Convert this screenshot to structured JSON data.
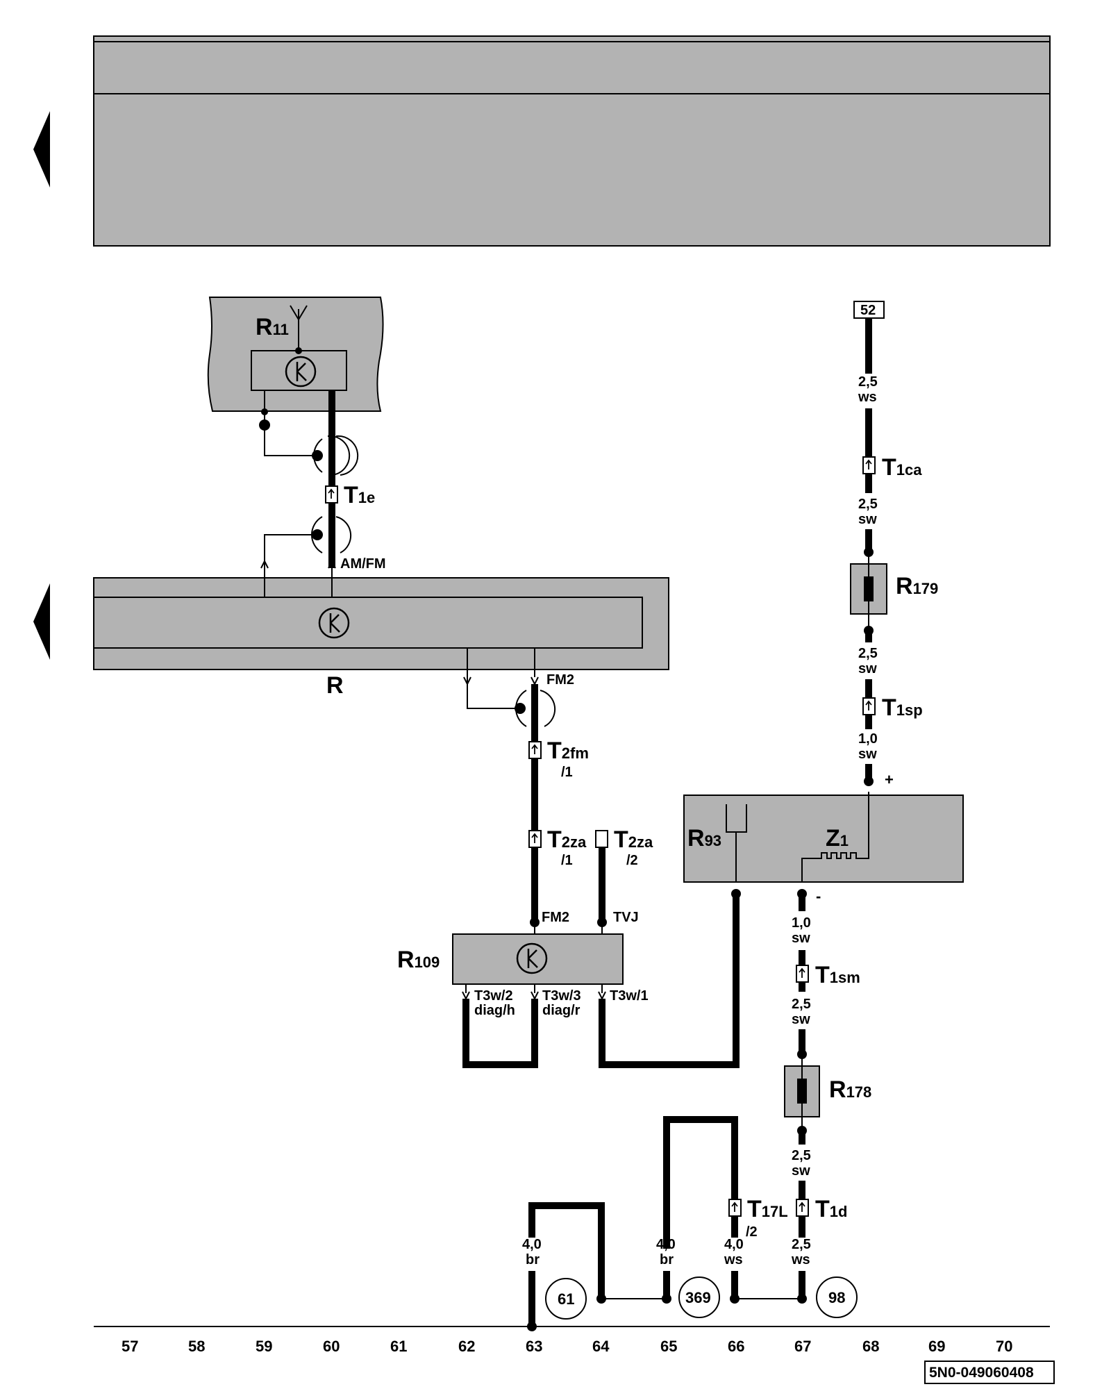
{
  "components": {
    "r11": {
      "letter": "R",
      "sub": "11"
    },
    "r": {
      "letter": "R"
    },
    "r93": {
      "letter": "R",
      "sub": "93"
    },
    "r109": {
      "letter": "R",
      "sub": "109"
    },
    "r178": {
      "letter": "R",
      "sub": "178"
    },
    "r179": {
      "letter": "R",
      "sub": "179"
    },
    "z1": {
      "letter": "Z",
      "sub": "1"
    }
  },
  "connectors": {
    "t1e": {
      "letter": "T",
      "sub": "1e"
    },
    "t1ca": {
      "letter": "T",
      "sub": "1ca"
    },
    "t1sp": {
      "letter": "T",
      "sub": "1sp"
    },
    "t2fm": {
      "letter": "T",
      "sub": "2fm",
      "pin": "/1"
    },
    "t2za1": {
      "letter": "T",
      "sub": "2za",
      "pin": "/1"
    },
    "t2za2": {
      "letter": "T",
      "sub": "2za",
      "pin": "/2"
    },
    "t1sm": {
      "letter": "T",
      "sub": "1sm"
    },
    "t17l": {
      "letter": "T",
      "sub": "17L",
      "pin": "/2"
    },
    "t1d": {
      "letter": "T",
      "sub": "1d"
    }
  },
  "pin_labels": {
    "amfm": "AM/FM",
    "fm2_top": "FM2",
    "fm2_bottom": "FM2",
    "tvj": "TVJ",
    "t3w2": "T3w/2",
    "diag_h": "diag/h",
    "t3w3": "T3w/3",
    "diag_r": "diag/r",
    "t3w1": "T3w/1",
    "plus": "+",
    "minus": "-"
  },
  "wires": {
    "w1_size": "2,5",
    "w1_color": "ws",
    "w2_size": "2,5",
    "w2_color": "sw",
    "w3_size": "2,5",
    "w3_color": "sw",
    "w4_size": "1,0",
    "w4_color": "sw",
    "w5_size": "1,0",
    "w5_color": "sw",
    "w6_size": "2,5",
    "w6_color": "sw",
    "w7_size": "2,5",
    "w7_color": "sw",
    "w8_size": "2,5",
    "w8_color": "ws",
    "w9_size": "4,0",
    "w9_color": "br",
    "w10_size": "4,0",
    "w10_color": "br",
    "w11_size": "4,0",
    "w11_color": "ws"
  },
  "references": {
    "top_ref": "52",
    "ground_61": "61",
    "ground_369": "369",
    "ground_98": "98"
  },
  "track_numbers": [
    "57",
    "58",
    "59",
    "60",
    "61",
    "62",
    "63",
    "64",
    "65",
    "66",
    "67",
    "68",
    "69",
    "70"
  ],
  "doc_id": "5N0-049060408",
  "colors": {
    "panel_gray": "#b3b3b3",
    "ink": "#000000"
  }
}
